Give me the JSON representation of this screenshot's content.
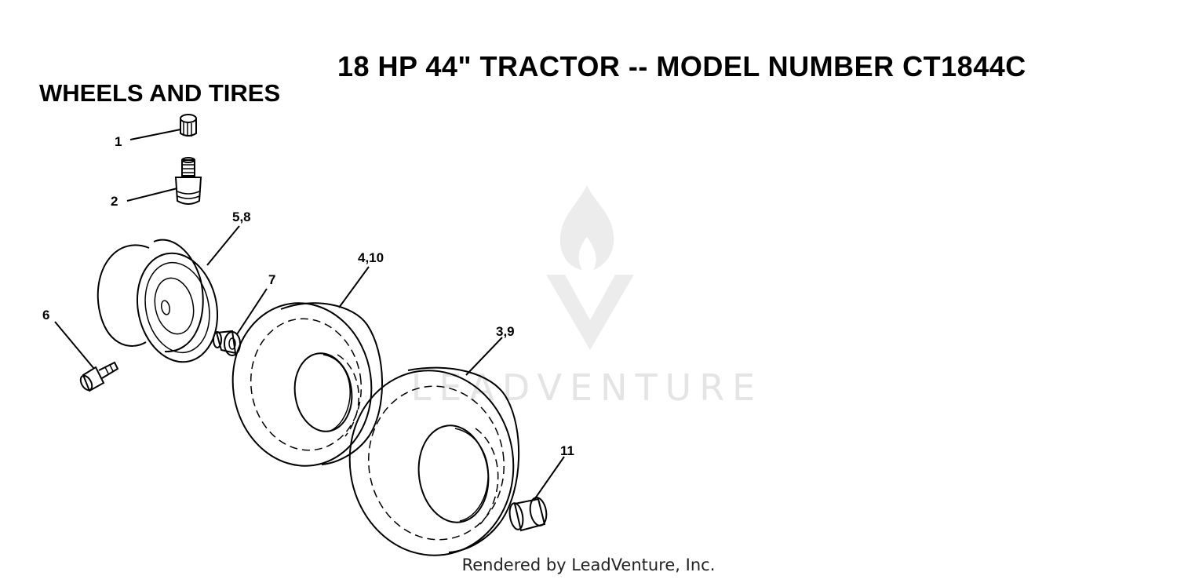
{
  "header": {
    "title": "18 HP 44\" TRACTOR -- MODEL NUMBER CT1844C",
    "section": "WHEELS AND TIRES"
  },
  "watermark": {
    "text": "LEADVENTURE",
    "color": "#e4e4e4"
  },
  "callouts": [
    {
      "id": "c1",
      "label": "1"
    },
    {
      "id": "c2",
      "label": "2"
    },
    {
      "id": "c58",
      "label": "5,8"
    },
    {
      "id": "c6",
      "label": "6"
    },
    {
      "id": "c7",
      "label": "7"
    },
    {
      "id": "c410",
      "label": "4,10"
    },
    {
      "id": "c39",
      "label": "3,9"
    },
    {
      "id": "c11",
      "label": "11"
    }
  ],
  "footer": {
    "text": "Rendered by LeadVenture, Inc."
  }
}
